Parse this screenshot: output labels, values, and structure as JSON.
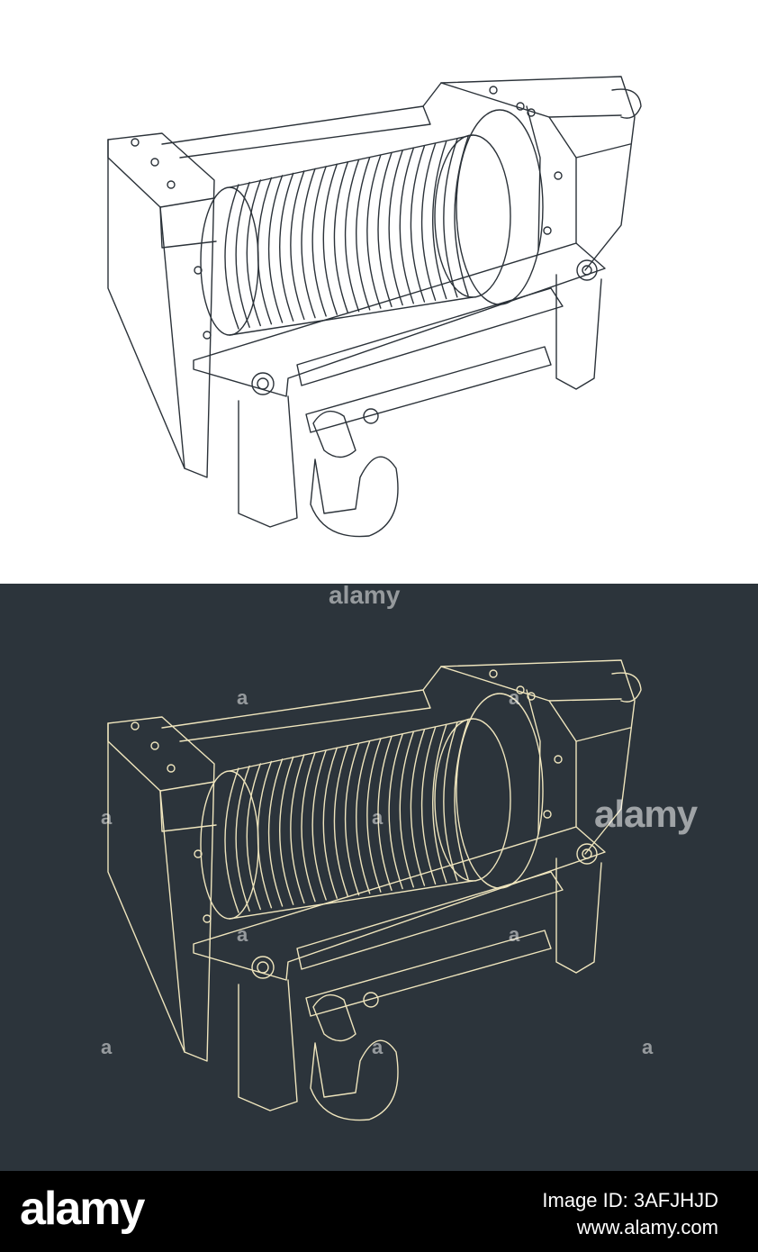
{
  "colors": {
    "top_background": "#ffffff",
    "top_line": "#2b3239",
    "bottom_background": "#2c343b",
    "bottom_line": "#efe5bd",
    "footer_background": "#000000",
    "footer_text": "#ffffff"
  },
  "illustrations": [
    {
      "name": "winch-drawing-light",
      "style": "dark lines on white"
    },
    {
      "name": "winch-drawing-dark",
      "style": "cream lines on dark slate"
    }
  ],
  "watermarks": {
    "main": "alamy",
    "top_strip": "alamy",
    "small_mark": "a"
  },
  "footer": {
    "logo": "alamy",
    "image_id": "Image ID: 3AFJHJD",
    "url": "www.alamy.com"
  }
}
